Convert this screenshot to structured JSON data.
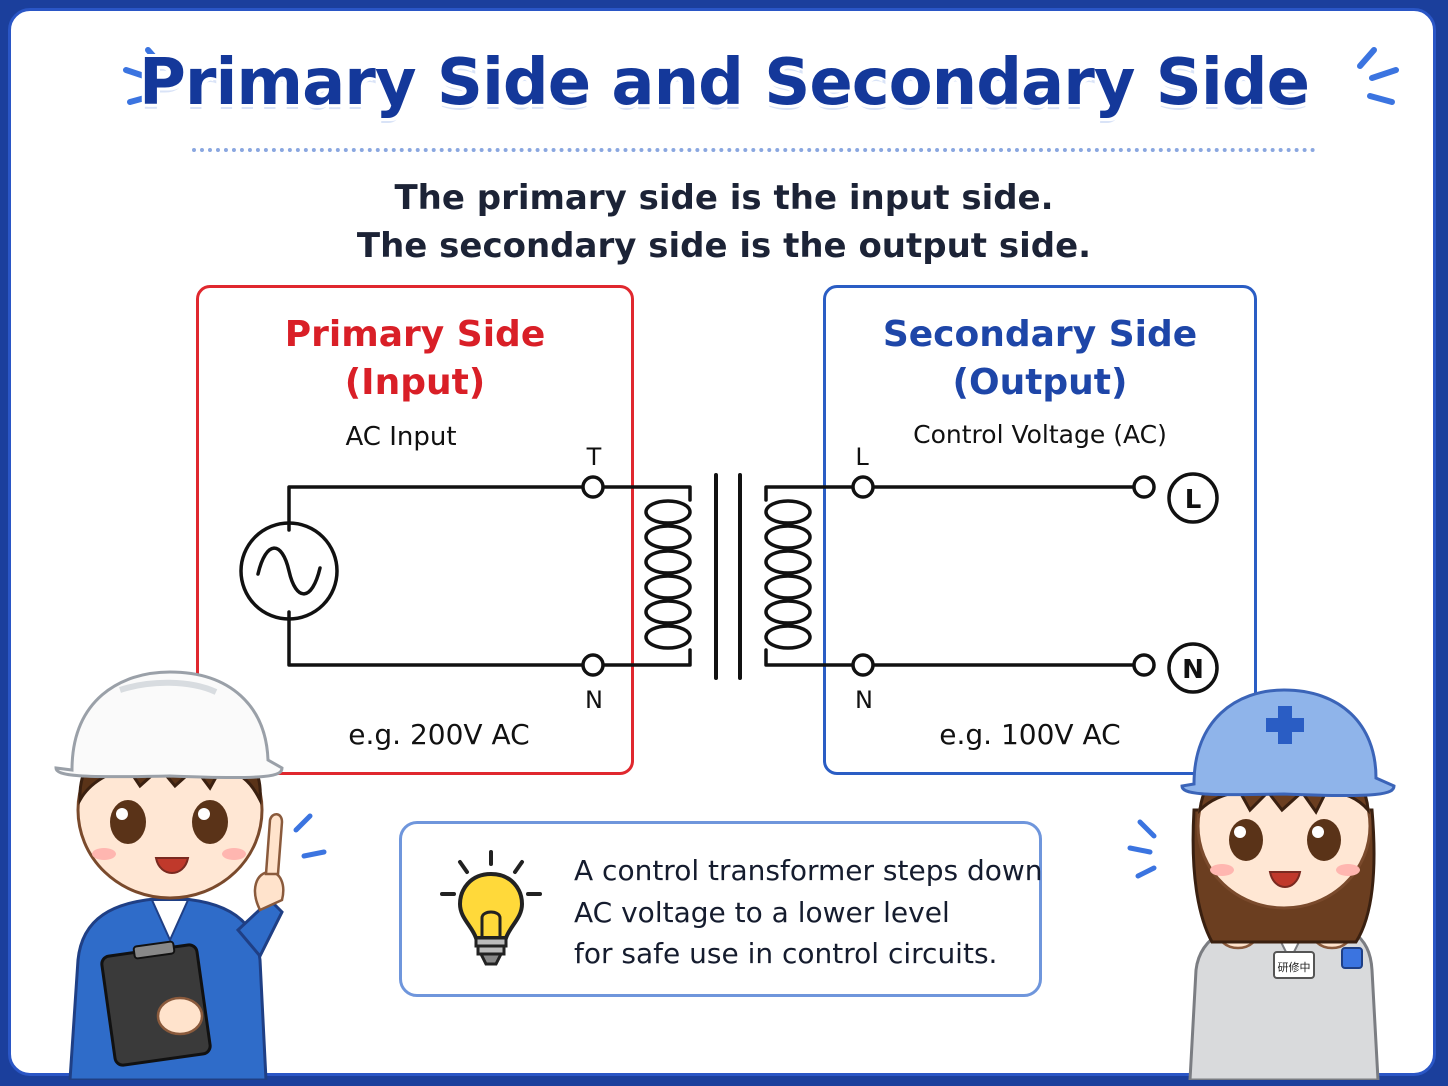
{
  "title": "Primary Side and Secondary Side",
  "subtitle": {
    "line1": "The primary side is the input side.",
    "line2": "The secondary side is the output side."
  },
  "primary": {
    "title_line1": "Primary Side",
    "title_line2": "(Input)",
    "label": "AC Input",
    "top_terminal": "T",
    "bottom_terminal": "N",
    "example": "e.g. 200V AC"
  },
  "secondary": {
    "title_line1": "Secondary Side",
    "title_line2": "(Output)",
    "label": "Control Voltage (AC)",
    "top_terminal": "L",
    "bottom_terminal": "N",
    "output_top": "L",
    "output_bottom": "N",
    "example": "e.g. 100V AC"
  },
  "note": {
    "line1": "A control transformer steps down",
    "line2": "AC voltage to a lower level",
    "line3": "for safe use in control circuits."
  },
  "badge_text": "研修中",
  "colors": {
    "primary_red": "#e0282e",
    "secondary_blue": "#2a5dc4",
    "title_navy": "#14389a",
    "frame_blue": "#2a56c6"
  }
}
